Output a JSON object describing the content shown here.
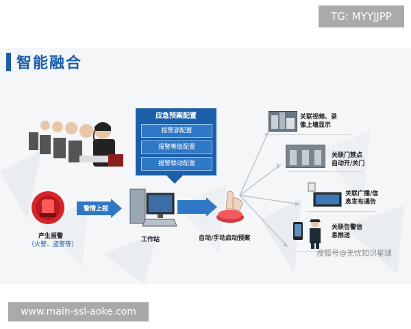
{
  "watermarks": {
    "top_right": "TG: MYYJJPP",
    "bottom_left": "www.main-ssl-aoke.com",
    "bottom_right": "搜狐号@无忧知识星球"
  },
  "title": "智能融合",
  "config_panel": {
    "title": "应急预案配置",
    "items": [
      "报警源配置",
      "报警等级配置",
      "报警联动配置"
    ]
  },
  "flow": {
    "alarm_label": "产生报警",
    "alarm_sublabel": "（火警、盗警等）",
    "arrow_label": "警情上报",
    "workstation_label": "工作站",
    "trigger_label": "自动/手动启动预案"
  },
  "outputs": [
    {
      "line1": "关联视频、录",
      "line2": "像上墙显示"
    },
    {
      "line1": "关联门禁点",
      "line2": "自动开/关门"
    },
    {
      "line1": "关联广播/信",
      "line2": "息发布通告"
    },
    {
      "line1": "关联告警信",
      "line2": "息推送"
    }
  ],
  "colors": {
    "brand": "#1b5fa8",
    "panel": "#1b5fa8",
    "arrow": "#2f78c6",
    "alarm_red": "#d9262b"
  }
}
